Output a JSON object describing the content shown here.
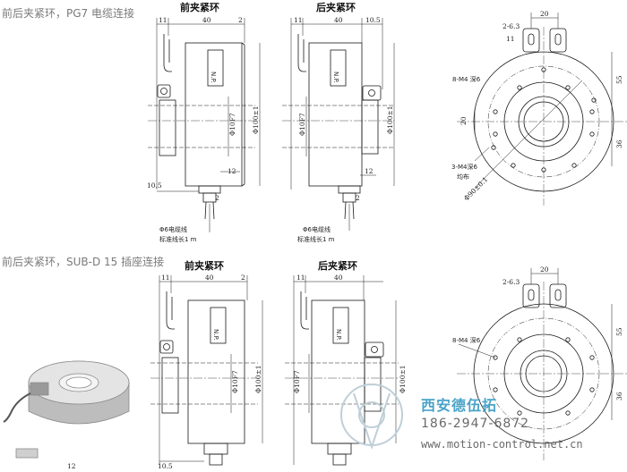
{
  "rows": [
    {
      "title": "前后夹紧环，PG7 电缆连接"
    },
    {
      "title": "前后夹紧环，SUB-D 15 插座连接"
    }
  ],
  "views": {
    "front": "前夹紧环",
    "back": "后夹紧环"
  },
  "dims": {
    "d11": "11",
    "d40": "40",
    "d2": "2",
    "d10_5": "10.5",
    "d12": "12",
    "d20": "20",
    "d2_6_3": "2-6.3",
    "d55": "55",
    "d36": "36",
    "phiF7": "Φ10F7",
    "phi100": "Φ100±1",
    "phi90": "Φ90±0.1",
    "m4_depth": "8-M4 深6",
    "m4_3": "3-M4深6",
    "even": "均布"
  },
  "notes": {
    "cable": "Φ6电缆线",
    "std_len": "标准线长1 m",
    "np": "N.P."
  },
  "watermark": {
    "name": "西安德伍拓",
    "phone": "186-2947-6872",
    "url": "www.motion-control.net.cn"
  }
}
